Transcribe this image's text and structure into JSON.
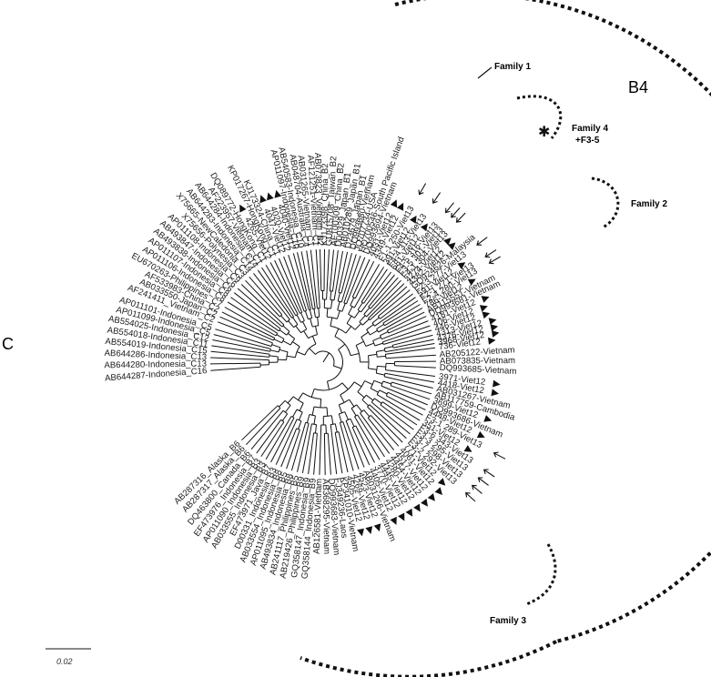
{
  "clade_labels": {
    "b4": "B4",
    "c": "C"
  },
  "scale_bar": {
    "label": "0.02"
  },
  "family_labels": [
    {
      "id": "family-1",
      "lines": [
        "Family 1"
      ]
    },
    {
      "id": "family-4",
      "lines": [
        "Family 4",
        "+F3-5"
      ]
    },
    {
      "id": "family-2",
      "lines": [
        "Family 2"
      ]
    },
    {
      "id": "family-3",
      "lines": [
        "Family 3"
      ]
    }
  ],
  "clades": {
    "c": [
      "AP011097-Indonesia_C10",
      "AB540583-Indonesia_C10",
      "AB048704-Australia_C4",
      "AB031265-Vietnam_C1",
      "AF121251-Vietnam_C1",
      "4040-Viet12",
      "4020-Viet12",
      "4047-Viet12",
      "KJ173324-China_C1",
      "KP017267-HongKong_C1",
      "4265-Viet12",
      "DQ089772-HongKong_C1",
      "AF223957-Vietnam_C1",
      "AB644284-Indonesia_C14",
      "AB644283-Indonesia_C14",
      "X75665-NewCaledonia_C3",
      "X75656-Polynesia_C3",
      "AP011108-Indonesia_C9",
      "AB493847-Indonesia_C6",
      "AB493838-Indonesia_C6",
      "AP011107-Indonesia_C8",
      "AP011106-Indonesia_C8",
      "EU670263-Philippines_C7",
      "AF533983-China_C2",
      "AB033550-Japan_C2",
      "AF241411_Vietnam_C2",
      "AP011101-Indonesia_C5",
      "AP011099-Indonesia_C5",
      "AB554025-Indonesia_C12",
      "AB554018-Indonesia_C11",
      "AB554019-Indonesia_C15",
      "AB644286-Indonesia_C13",
      "AB644280-Indonesia_C13",
      "AB644287-Indonesia_C16"
    ],
    "b": [
      "AB287316_Alaska_B6",
      "AB287317_Alaska_B6",
      "DQ463800_Canada_B6",
      "EF473976_Indonesia_B7",
      "AP011090_Indonesia_B3",
      "AB033555_Indonesia_B3",
      "EF473971_Java_B7",
      "D00331_Indonesia_B3",
      "AB033554_Indonesia_B8",
      "AP011095_Indonesia_B5",
      "AB493834_Indonesia_B8",
      "AB241117_Philippines_B5",
      "AB219426_Philippines_B9",
      "GQ358147_Indonesia_B9",
      "GQ358144_Indonesia_B9",
      "AB126581-Vietnam",
      "AB368295-Vietnam",
      "DQ993683-Vietnam",
      "FJ349236-Laos",
      "KP341010-Vietnam",
      "4505-Viet12",
      "4269-Viet12",
      "4523-Viet12",
      "AB031266-Vietnam",
      "4405-Viet12",
      "3770-Viet12",
      "4445-Viet12",
      "4280-Viet12",
      "4454-Viet12",
      "4517-Viet12",
      "4061-Viet12",
      "771-Viet12",
      "F3-2 292-Viet13",
      "F3-7 298-Viet13",
      "F3-6 343-Viet13",
      "F3-3 295-Viet13",
      "351-Viet12",
      "F3-1 289-Viet13",
      "4448-Viet12",
      "DQ993686-Vietnam",
      "3699-Viet12",
      "AB117759-Cambodia",
      "AB031267-Vietnam",
      "4418-Viet12",
      "3971-Viet12",
      "DQ993685-Vietnam",
      "AB073835-Vietnam",
      "AB205122-Vietnam",
      "736-Viet12",
      "3968-Viet12",
      "4376-Viet12",
      "4313-Viet12",
      "446-Viet12",
      "406-Viet12",
      "4181-Viet12",
      "DQ993681-Vietnam",
      "AB115551-Vietnam",
      "786-Viet12",
      "F2-4 280-Viet13",
      "F2-1 271-Viet13",
      "591-Viet12",
      "F2-3 277-Viet13",
      "GQ924626-Malaysia",
      "4382-Viet12",
      "4274-Viet12",
      "F4-1 304-Viet13",
      "F3-5 301-Viet13",
      "F4-5 316-Viet13",
      "681-Viet12",
      "F4-4 313-Viet13",
      "391-Viet12",
      "F1-1 250-Viet13",
      "4349-Viet12",
      "4031-Viet12",
      "DQ993694-Vietnam",
      "HQ700546-South Pacific Island",
      "JQ707734-USA",
      "DQ993680-Vietnam",
      "D23679_Japan_B1",
      "AB010289_Japan_B1",
      "D00329_Japan_B1",
      "AF100309_China_B2",
      "GU815708_Taiwan_B2",
      "KJ173398_China_B2",
      "AB073823_Vietnam_B2"
    ]
  },
  "tips": [
    {
      "t": "AB644287-Indonesia_C16",
      "a": 184.3
    },
    {
      "t": "AB644280-Indonesia_C13",
      "a": 180.9
    },
    {
      "t": "AB644286-Indonesia_C13",
      "a": 177.7
    },
    {
      "t": "AB554019-Indonesia_C15",
      "a": 174.6
    },
    {
      "t": "AB554018-Indonesia_C11",
      "a": 171.6
    },
    {
      "t": "AB554025-Indonesia_C12",
      "a": 168.6
    },
    {
      "t": "AP011099-Indonesia_C5",
      "a": 165.8
    },
    {
      "t": "AP011101-Indonesia_C5",
      "a": 163.0
    },
    {
      "t": "AF241411_Vietnam_C2",
      "a": 159.1
    },
    {
      "t": "AB033550-Japan_C2",
      "a": 156.3
    },
    {
      "t": "AF533983-China_C2",
      "a": 153.6
    },
    {
      "t": "EU670263-Philippines_C7",
      "a": 150.8
    },
    {
      "t": "AP011106-Indonesia_C8",
      "a": 147.8
    },
    {
      "t": "AP011107-Indonesia_C8",
      "a": 144.9
    },
    {
      "t": "AB493838-Indonesia_C6",
      "a": 142.0
    },
    {
      "t": "AB493847-Indonesia_C6",
      "a": 139.2
    },
    {
      "t": "AP011108-Indonesia_C9",
      "a": 136.4
    },
    {
      "t": "X75656-Polynesia_C3",
      "a": 133.6
    },
    {
      "t": "X75665-NewCaledonia_C3",
      "a": 130.9
    },
    {
      "t": "AB644283-Indonesia_C14",
      "a": 128.1
    },
    {
      "t": "AB644284-Indonesia_C14",
      "a": 125.3
    },
    {
      "t": "AF223957-Vietnam_C1",
      "a": 123.0
    },
    {
      "t": "DQ089772-HongKong_C1",
      "a": 120.5
    },
    {
      "t": "4265-Viet12",
      "a": 117.9,
      "m": 1
    },
    {
      "t": "KP017267-HongKong_C1",
      "a": 115.5
    },
    {
      "t": "KJ173324-China_C1",
      "a": 113.1
    },
    {
      "t": "4047-Viet12",
      "a": 110.5,
      "m": 1
    },
    {
      "t": "4020-Viet12",
      "a": 108.0,
      "m": 1
    },
    {
      "t": "4040-Viet12",
      "a": 105.3,
      "m": 1
    },
    {
      "t": "AP011097-Indonesia_C10",
      "a": 103.3
    },
    {
      "t": "AB540583-Indonesia_C10",
      "a": 101.1
    },
    {
      "t": "AB048704-Australia_C4",
      "a": 98.5
    },
    {
      "t": "AB031265-Vietnam_C1",
      "a": 96.3
    },
    {
      "t": "AF121251-Vietnam_C1",
      "a": 93.6
    },
    {
      "t": "AB073823_Vietnam_B2",
      "a": 91.6
    },
    {
      "t": "KJ173398_China_B2",
      "a": 89.3
    },
    {
      "t": "GU815708_Taiwan_B2",
      "a": 87.0
    },
    {
      "t": "AF100309_China_B2",
      "a": 84.7
    },
    {
      "t": "D00329_Japan_B1",
      "a": 82.4
    },
    {
      "t": "AB010289_Japan_B1",
      "a": 80.0
    },
    {
      "t": "D23679_Japan_B1",
      "a": 77.6
    },
    {
      "t": "DQ993680-Vietnam",
      "a": 75.3
    },
    {
      "t": "JQ707734-USA",
      "a": 73.0
    },
    {
      "t": "HQ700546-South Pacific Island",
      "a": 70.7
    },
    {
      "t": "DQ993694-Vietnam",
      "a": 68.3
    },
    {
      "t": "4031-Viet12",
      "a": 65.7,
      "m": 1
    },
    {
      "t": "4349-Viet12",
      "a": 63.3,
      "m": 1
    },
    {
      "t": "F1-1 250-Viet13",
      "a": 60.2,
      "m": 2
    },
    {
      "t": "391-Viet12",
      "a": 57.5,
      "m": 1
    },
    {
      "t": "F4-4 313-Viet13",
      "a": 55.4,
      "m": 2
    },
    {
      "t": "681-Viet12",
      "a": 53.0,
      "m": 1
    },
    {
      "t": "F4-5 316-Viet13",
      "a": 50.7,
      "m": 2
    },
    {
      "t": "F3-5 301-Viet13",
      "a": 48.5,
      "m": 2
    },
    {
      "t": "F4-1 304-Viet13",
      "a": 46.4,
      "m": 2
    },
    {
      "t": "4274-Viet12",
      "a": 44.2,
      "m": 1
    },
    {
      "t": "4382-Viet12",
      "a": 42.1,
      "m": 1
    },
    {
      "t": "GQ924626-Malaysia",
      "a": 39.8
    },
    {
      "t": "F2-3 277-Viet13",
      "a": 37.3,
      "m": 2
    },
    {
      "t": "591-Viet12",
      "a": 35.1,
      "m": 1
    },
    {
      "t": "F2-1 271-Viet13",
      "a": 33.0,
      "m": 2
    },
    {
      "t": "F2-4 280-Viet13",
      "a": 30.8,
      "m": 2
    },
    {
      "t": "786-Viet12",
      "a": 28.6,
      "m": 1
    },
    {
      "t": "AB115551-Vietnam",
      "a": 26.3
    },
    {
      "t": "DQ993681-Vietnam",
      "a": 24.0
    },
    {
      "t": "4181-Viet12",
      "a": 21.5,
      "m": 1
    },
    {
      "t": "406-Viet12",
      "a": 18.8,
      "m": 1
    },
    {
      "t": "446-Viet12",
      "a": 16.4,
      "m": 1
    },
    {
      "t": "4313-Viet12",
      "a": 13.8,
      "m": 1
    },
    {
      "t": "4376-Viet12",
      "a": 11.6,
      "m": 1
    },
    {
      "t": "3968-Viet12",
      "a": 9.5,
      "m": 1
    },
    {
      "t": "736-Viet12",
      "a": 7.3,
      "m": 1
    },
    {
      "t": "AB205122-Vietnam",
      "a": 3.6
    },
    {
      "t": "AB073835-Vietnam",
      "a": 0.4
    },
    {
      "t": "DQ993685-Vietnam",
      "a": -2.8
    },
    {
      "t": "3971-Viet12",
      "a": -7.2,
      "m": 1
    },
    {
      "t": "4418-Viet12",
      "a": -10.2,
      "m": 1
    },
    {
      "t": "AB031267-Vietnam",
      "a": -13.3
    },
    {
      "t": "AB117759-Cambodia",
      "a": -16.3
    },
    {
      "t": "3699-Viet12",
      "a": -19.2,
      "m": 1
    },
    {
      "t": "DQ993686-Vietnam",
      "a": -22.2
    },
    {
      "t": "4448-Viet12",
      "a": -25.0,
      "m": 1
    },
    {
      "t": "F3-1 289-Viet13",
      "a": -28.0,
      "m": 2
    },
    {
      "t": "351-Viet12",
      "a": -31.1,
      "m": 1
    },
    {
      "t": "F3-6 343-Viet13",
      "a": -33.8,
      "m": 2
    },
    {
      "t": "F3-3 295-Viet13",
      "a": -36.7,
      "m": 2
    },
    {
      "t": "F3-7 298-Viet13",
      "a": -39.6,
      "m": 2
    },
    {
      "t": "F3-2 292-Viet13",
      "a": -42.5,
      "m": 2
    },
    {
      "t": "771-Viet12",
      "a": -45.3,
      "m": 1
    },
    {
      "t": "4061-Viet12",
      "a": -48.1,
      "m": 1
    },
    {
      "t": "4517-Viet12",
      "a": -51.2,
      "m": 1
    },
    {
      "t": "4454-Viet12",
      "a": -54.1,
      "m": 1
    },
    {
      "t": "4280-Viet12",
      "a": -57.0,
      "m": 1
    },
    {
      "t": "4445-Viet12",
      "a": -60.0,
      "m": 1
    },
    {
      "t": "3770-Viet12",
      "a": -62.9,
      "m": 1
    },
    {
      "t": "4405-Viet12",
      "a": -65.8,
      "m": 1
    },
    {
      "t": "AB031266-Vietnam",
      "a": -68.7
    },
    {
      "t": "4523-Viet12",
      "a": -71.6,
      "m": 1
    },
    {
      "t": "4269-Viet12",
      "a": -74.5,
      "m": 1
    },
    {
      "t": "4505-Viet12",
      "a": -77.4,
      "m": 1
    },
    {
      "t": "KP341010-Vietnam",
      "a": -80.3
    },
    {
      "t": "FJ349236-Laos",
      "a": -83.2
    },
    {
      "t": "DQ993683-Vietnam",
      "a": -86.1
    },
    {
      "t": "AB368295-Vietnam",
      "a": -89.0
    },
    {
      "t": "AB126581-Vietnam",
      "a": -91.9
    },
    {
      "t": "GQ358144_Indonesia_B9",
      "a": -94.8
    },
    {
      "t": "GQ358147_Indonesia_B9",
      "a": -97.6
    },
    {
      "t": "AB219426_Philippines_B9",
      "a": -100.5
    },
    {
      "t": "AB241117_Philippines_B5",
      "a": -103.3
    },
    {
      "t": "AB493834_Indonesia_B8",
      "a": -106.2
    },
    {
      "t": "AP011095_Indonesia_B5",
      "a": -109.0
    },
    {
      "t": "AB033554_Indonesia_B8",
      "a": -111.9
    },
    {
      "t": "D00331_Indonesia_B3",
      "a": -114.7
    },
    {
      "t": "EF473971_Java_B7",
      "a": -117.6
    },
    {
      "t": "AB033555_Indonesia_B3",
      "a": -120.5
    },
    {
      "t": "AP011090_Indonesia_B3",
      "a": -123.3
    },
    {
      "t": "EF473976_Indonesia_B7",
      "a": -126.2
    },
    {
      "t": "DQ463800_Canada_B6",
      "a": -129.5
    },
    {
      "t": "AB287317_Alaska_B6",
      "a": -133.0
    },
    {
      "t": "AB287316_Alaska_B6",
      "a": -136.3
    }
  ],
  "colors": {
    "ink": "#111111",
    "background": "#ffffff"
  }
}
